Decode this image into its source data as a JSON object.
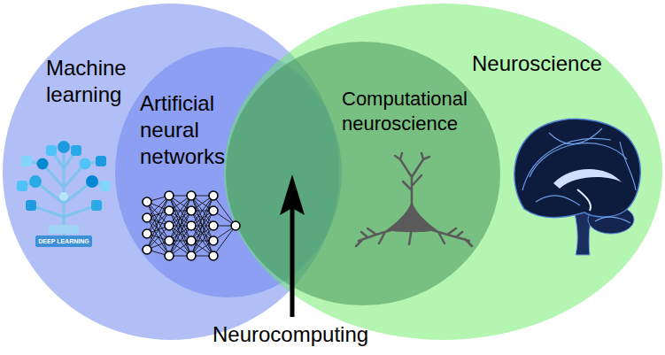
{
  "diagram": {
    "nodes": [
      {
        "text": [
          "Machine learning"
        ]
      },
      {
        "text": [
          "Artificial neural networks"
        ],
        "in": 0
      },
      {
        "text": [
          "Neuroscience"
        ]
      },
      {
        "text": [
          "Computational neuroscience"
        ],
        "in": 2
      }
    ],
    "labels": [
      "Neurocomputing",
      "DEEP LEARNING"
    ]
  }
}
